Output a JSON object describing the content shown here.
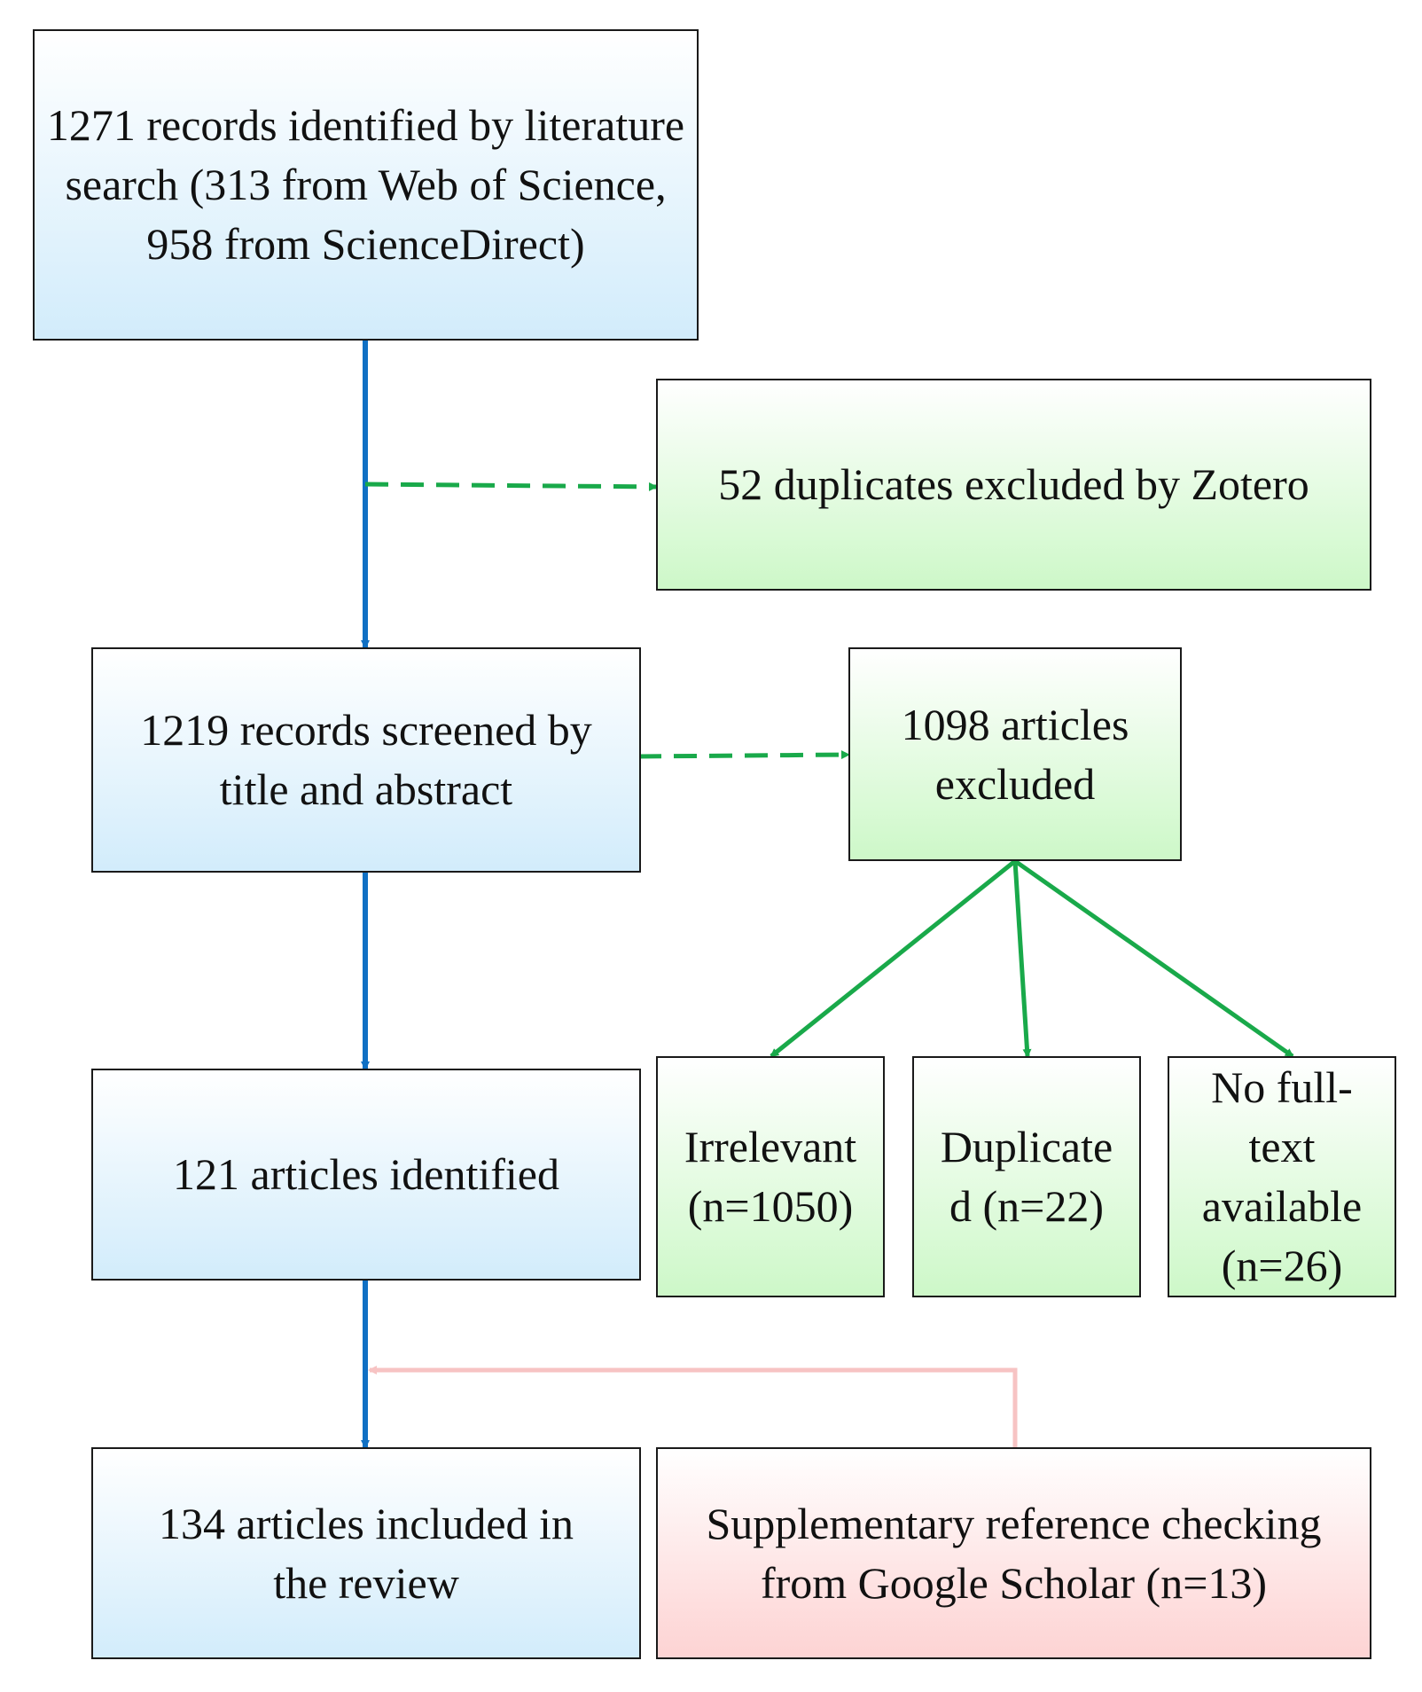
{
  "boxes": {
    "identified": "1271 records identified by literature search (313 from Web of Science, 958 from ScienceDirect)",
    "duplicates_excluded": "52 duplicates excluded by Zotero",
    "screened": "1219 records screened by title and abstract",
    "articles_excluded": "1098 articles excluded",
    "articles_identified": "121 articles identified",
    "irrelevant": "Irrelevant (n=1050)",
    "duplicated": "Duplicate d (n=22)",
    "no_full_text": "No full-text available (n=26)",
    "included": "134 articles included in the review",
    "supplementary": "Supplementary reference checking from Google Scholar (n=13)"
  },
  "colors": {
    "main_arrow": "#1070c4",
    "exclusion_arrow": "#19a94a",
    "supplementary_arrow": "#f7c3c3",
    "blue_box_bottom": "#d2ecfb",
    "green_box_bottom": "#cdf8c8",
    "pink_box_bottom": "#fdd3d3"
  }
}
